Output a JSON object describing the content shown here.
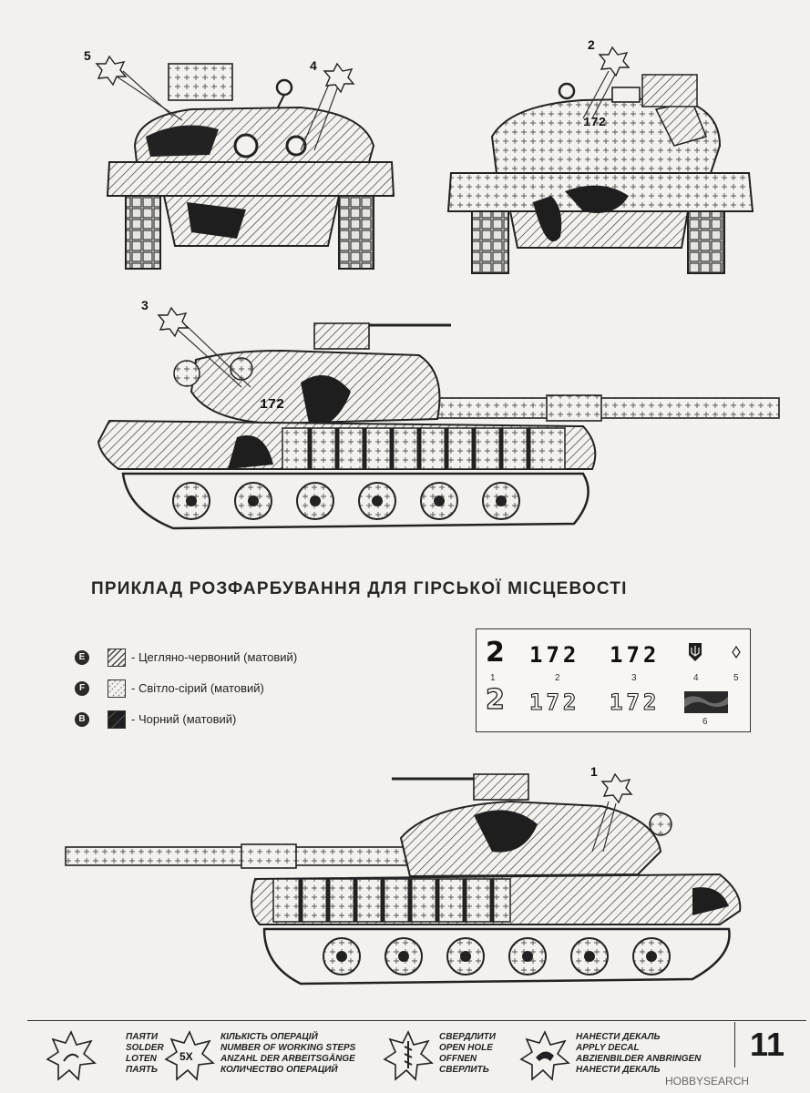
{
  "title": "ПРИКЛАД РОЗФАРБУВАННЯ ДЛЯ  ГІРСЬКОЇ МІСЦЕВОСТІ",
  "callouts": [
    "1",
    "2",
    "3",
    "4",
    "5"
  ],
  "tank_number": "172",
  "legend": [
    {
      "code": "E",
      "label": "- Цегляно-червоний (матовий)",
      "pattern": "brick-red-hatch"
    },
    {
      "code": "F",
      "label": "- Світло-сірий (матовий)",
      "pattern": "light-grey-hatch"
    },
    {
      "code": "B",
      "label": "- Чорний (матовий)",
      "pattern": "black-fill"
    }
  ],
  "decal_sheet": {
    "row1": [
      "2",
      "172",
      "172"
    ],
    "row2": [
      "2",
      "172",
      "172"
    ],
    "numbers": [
      "1",
      "2",
      "3",
      "4",
      "5",
      "6"
    ]
  },
  "footer": [
    {
      "icon": "solder-star-icon",
      "lines": [
        "ПАЯТИ",
        "SOLDER",
        "LOTEN",
        "ПАЯТЬ"
      ]
    },
    {
      "icon": "steps-star-icon",
      "badge": "5X",
      "lines": [
        "КІЛЬКІСТЬ ОПЕРАЦІЙ",
        "NUMBER OF WORKING STEPS",
        "ANZAHL DER ARBEITSGÄNGE",
        "КОЛИЧЕСТВО ОПЕРАЦИЙ"
      ]
    },
    {
      "icon": "drill-star-icon",
      "lines": [
        "СВЕРДЛИТИ",
        "OPEN HOLE",
        "OFFNEN",
        "СВЕРЛИТЬ"
      ]
    },
    {
      "icon": "decal-star-icon",
      "lines": [
        "НАНЕСТИ ДЕКАЛЬ",
        "APPLY DECAL",
        "ABZIENBILDER ANBRINGEN",
        "НАНЕСТИ ДЕКАЛЬ"
      ]
    }
  ],
  "page_number": "11",
  "watermark": "HOBBYSEARCH"
}
